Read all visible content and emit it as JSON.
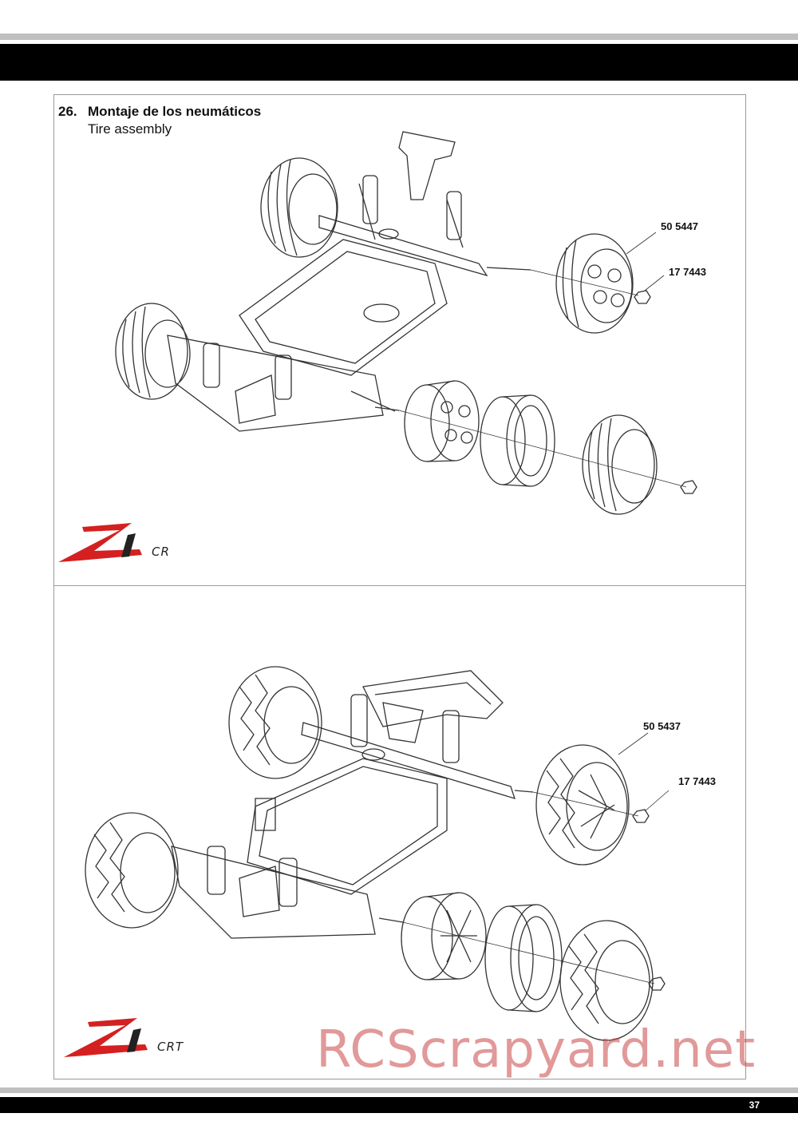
{
  "step": {
    "number": "26.",
    "title_es": "Montaje de los neumáticos",
    "title_en": "Tire assembly"
  },
  "top_panel": {
    "logo_suffix": "CR",
    "parts": [
      {
        "code": "50 5447"
      },
      {
        "code": "17 7443"
      }
    ]
  },
  "bottom_panel": {
    "logo_suffix": "CRT",
    "parts": [
      {
        "code": "50 5437"
      },
      {
        "code": "17 7443"
      }
    ]
  },
  "watermark": "RCScrapyard.net",
  "page_number": "37",
  "colors": {
    "bar": "#000000",
    "rule": "#bfbfbf",
    "logo_red": "#d42020",
    "watermark": "#c84646"
  }
}
